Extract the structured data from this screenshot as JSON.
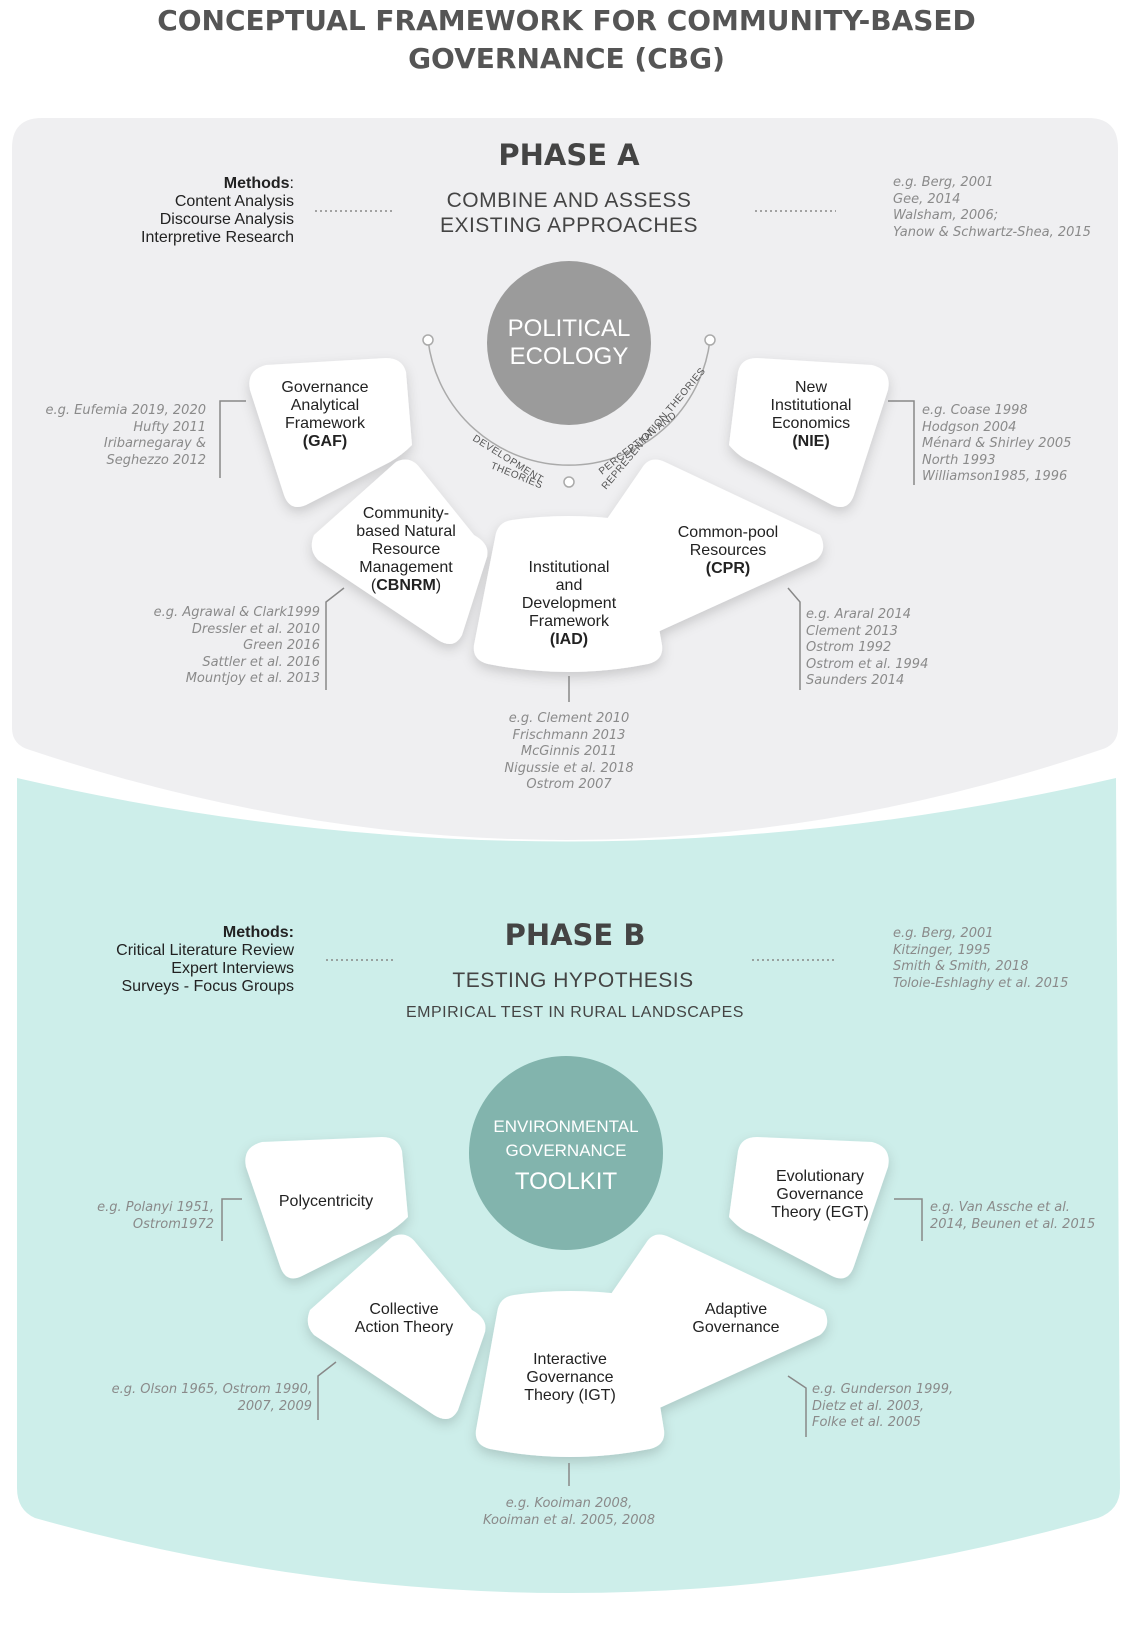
{
  "title": "CONCEPTUAL FRAMEWORK FOR COMMUNITY-BASED GOVERNANCE (CBG)",
  "colors": {
    "panel_a": "#efeff1",
    "panel_b": "#cdeeea",
    "circle_a": "#9b9b9b",
    "circle_b": "#82b4ad"
  },
  "phase_a": {
    "title": "PHASE A",
    "subtitle_1": "COMBINE AND ASSESS",
    "subtitle_2": "EXISTING APPROACHES",
    "methods_label": "Methods",
    "methods_colon": ":",
    "methods": [
      "Content Analysis",
      "Discourse Analysis",
      "Interpretive Research"
    ],
    "refs": [
      "e.g. Berg, 2001",
      "Gee, 2014",
      "Walsham, 2006;",
      "Yanow & Schwartz-Shea, 2015"
    ],
    "center_1": "POLITICAL",
    "center_2": "ECOLOGY",
    "arc_left_1": "DEVELOPMENT",
    "arc_left_2": "THEORIES",
    "arc_right_1": "PERCEPTION AND",
    "arc_right_2": "REPRESENTATION THEORIES",
    "cards": {
      "gaf": {
        "l1": "Governance",
        "l2": "Analytical",
        "l3": "Framework",
        "abbr": "(GAF)"
      },
      "cbnrm": {
        "l1": "Community-",
        "l2": "based Natural",
        "l3": "Resource",
        "l4": "Management",
        "abbr_open": "(",
        "abbr": "CBNRM",
        "abbr_close": ")"
      },
      "iad": {
        "l1": "Institutional",
        "l2": "and",
        "l3": "Development",
        "l4": "Framework",
        "abbr": "(IAD)"
      },
      "cpr": {
        "l1": "Common-pool",
        "l2": "Resources",
        "abbr": "(CPR)"
      },
      "nie": {
        "l1": "New",
        "l2": "Institutional",
        "l3": "Economics",
        "abbr": "(NIE)"
      }
    },
    "cites": {
      "gaf": [
        "e.g. Eufemia 2019, 2020",
        "Hufty 2011",
        "Iribarnegaray &",
        "Seghezzo 2012"
      ],
      "cbnrm": [
        "e.g. Agrawal & Clark1999",
        "Dressler et al. 2010",
        "Green 2016",
        "Sattler et al. 2016",
        "Mountjoy et al. 2013"
      ],
      "iad": [
        "e.g. Clement 2010",
        "Frischmann 2013",
        "McGinnis 2011",
        "Nigussie et al. 2018",
        "Ostrom 2007"
      ],
      "cpr": [
        "e.g. Araral 2014",
        "Clement 2013",
        "Ostrom 1992",
        "Ostrom et al. 1994",
        "Saunders 2014"
      ],
      "nie": [
        "e.g. Coase 1998",
        "Hodgson 2004",
        "Ménard & Shirley 2005",
        "North 1993",
        "Williamson1985, 1996"
      ]
    }
  },
  "phase_b": {
    "title": "PHASE B",
    "subtitle_1": "TESTING HYPOTHESIS",
    "subtitle_2": "EMPIRICAL TEST IN RURAL LANDSCAPES",
    "methods_label": "Methods:",
    "methods": [
      "Critical Literature Review",
      "Expert Interviews",
      "Surveys - Focus Groups"
    ],
    "refs": [
      "e.g. Berg, 2001",
      "Kitzinger, 1995",
      "Smith & Smith, 2018",
      "Toloie-Eshlaghy et al. 2015"
    ],
    "center_1": "ENVIRONMENTAL",
    "center_2": "GOVERNANCE",
    "center_3": "TOOLKIT",
    "cards": {
      "poly": {
        "l1": "Polycentricity"
      },
      "cat": {
        "l1": "Collective",
        "l2": "Action Theory"
      },
      "igt": {
        "l1": "Interactive",
        "l2": "Governance",
        "l3": "Theory (IGT)"
      },
      "ag": {
        "l1": "Adaptive",
        "l2": "Governance"
      },
      "egt": {
        "l1": "Evolutionary",
        "l2": "Governance",
        "l3": "Theory (EGT)"
      }
    },
    "cites": {
      "poly": [
        "e.g. Polanyi 1951,",
        "Ostrom1972"
      ],
      "cat": [
        "e.g. Olson 1965, Ostrom 1990,",
        "2007, 2009"
      ],
      "igt": [
        "e.g. Kooiman 2008,",
        "Kooiman et al. 2005, 2008"
      ],
      "ag": [
        "e.g. Gunderson 1999,",
        "Dietz et al. 2003,",
        "Folke et al. 2005"
      ],
      "egt": [
        "e.g. Van Assche et al.",
        "2014, Beunen et al. 2015"
      ]
    }
  }
}
